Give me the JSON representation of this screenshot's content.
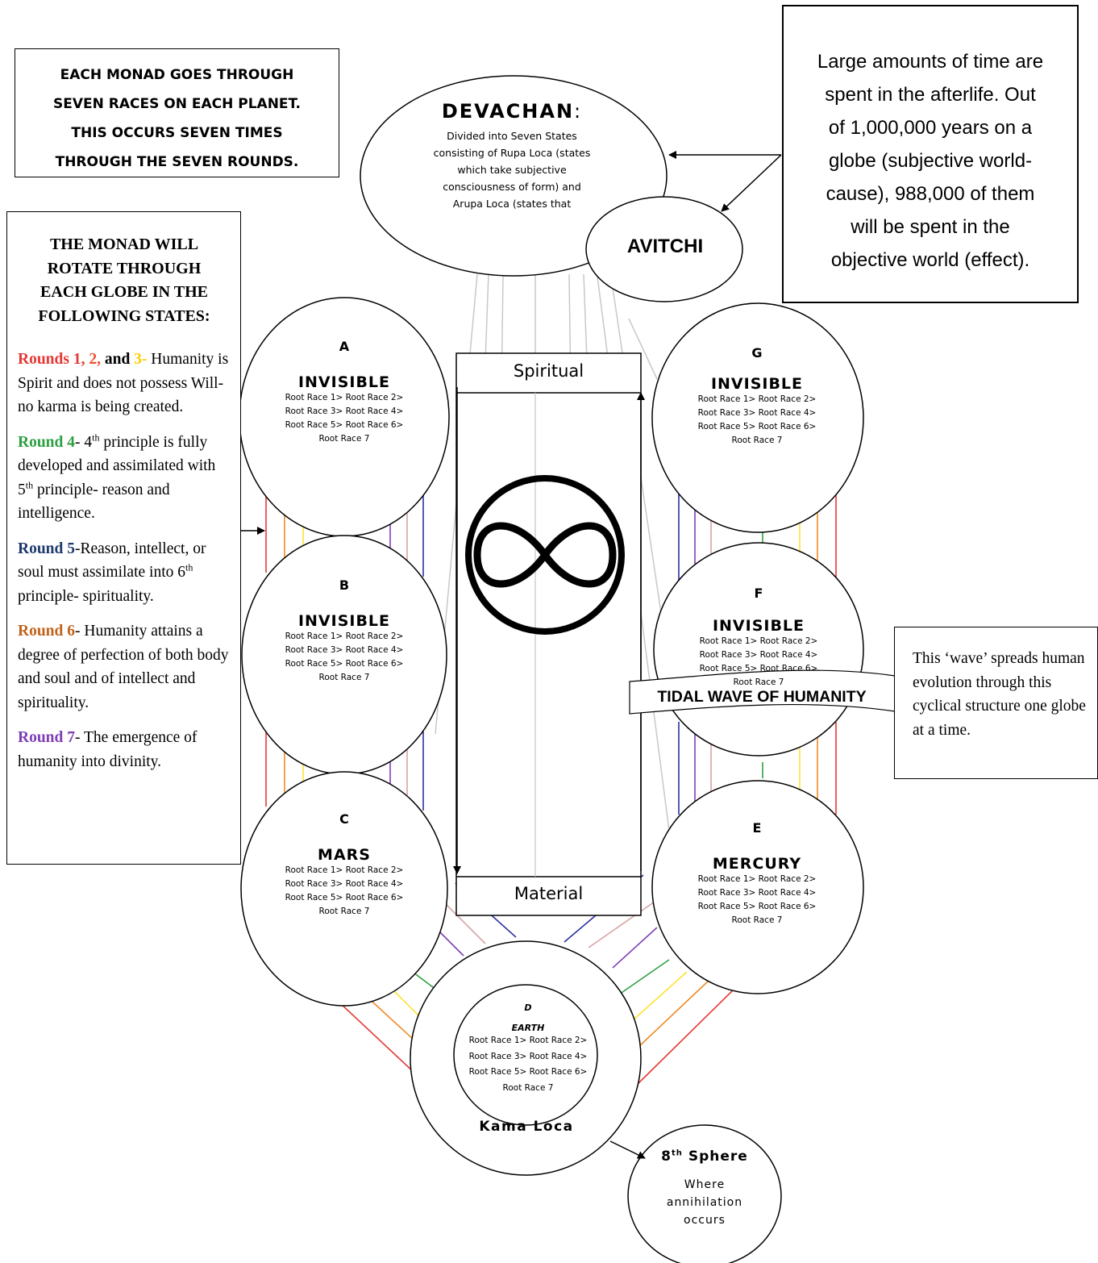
{
  "monad_box": {
    "lines": [
      "EACH MONAD GOES THROUGH",
      "SEVEN RACES ON EACH PLANET.",
      "THIS OCCURS SEVEN TIMES",
      "THROUGH THE SEVEN ROUNDS."
    ]
  },
  "afterlife_box": {
    "lines": [
      "Large amounts of time are",
      "spent in the afterlife.  Out",
      "of 1,000,000 years on a",
      "globe (subjective world-",
      "cause), 988,000 of them",
      "will be spent in the",
      "objective world (effect)."
    ]
  },
  "devachan": {
    "title": "DEVACHAN",
    "colon": ":",
    "lines": [
      "Divided into Seven States",
      "consisting of Rupa Loca (states",
      "which take subjective",
      "consciousness of form) and",
      "Arupa Loca (states that"
    ]
  },
  "avitchi": {
    "label": "AVITCHI"
  },
  "rounds_box": {
    "heading": [
      "THE MONAD WILL",
      "ROTATE THROUGH",
      "EACH GLOBE IN THE",
      "FOLLOWING STATES:"
    ],
    "r123": {
      "a": "Rounds 1, ",
      "b": "2, ",
      "and": "and ",
      "c": "3-",
      "text": "Humanity is Spirit and does not possess Will- no karma is being created."
    },
    "r4": {
      "label": "Round  4",
      "pre": "- 4",
      "sup1": "th",
      "mid": " principle is fully developed and assimilated with 5",
      "sup2": "th",
      "post": " principle- reason and intelligence."
    },
    "r5": {
      "label": "Round 5",
      "pre": "-Reason, intellect, or soul must assimilate into 6",
      "sup": "th",
      "post": " principle- spirituality."
    },
    "r6": {
      "label": "Round 6",
      "text": "- Humanity attains a degree of perfection of both body and soul and of intellect and spirituality."
    },
    "r7": {
      "label": "Round 7",
      "text": "- The emergence of humanity into divinity."
    }
  },
  "root_races": [
    "Root Race 1> Root Race 2>",
    "Root Race 3> Root Race 4>",
    "Root Race 5> Root Race 6>",
    "Root Race 7"
  ],
  "globes": {
    "a": {
      "letter": "A",
      "title": "INVISIBLE"
    },
    "b": {
      "letter": "B",
      "title": "INVISIBLE"
    },
    "c": {
      "letter": "C",
      "title": "MARS"
    },
    "d": {
      "letter": "D",
      "title": "EARTH",
      "outer": "Kama Loca"
    },
    "e": {
      "letter": "E",
      "title": "MERCURY"
    },
    "f": {
      "letter": "F",
      "title": "INVISIBLE"
    },
    "g": {
      "letter": "G",
      "title": "INVISIBLE"
    }
  },
  "column": {
    "top_label": "Spiritual",
    "bottom_label": "Material",
    "symbol": "infinity-symbol"
  },
  "tidal_wave": {
    "label": "TIDAL WAVE OF HUMANITY"
  },
  "wave_note": {
    "text": "This ‘wave’ spreads human evolution through this cyclical structure one globe at a time."
  },
  "eighth_sphere": {
    "title_num": "8",
    "title_sup": "th",
    "title_word": " Sphere",
    "lines": [
      "Where",
      "annihilation",
      "occurs"
    ]
  },
  "colors": {
    "red": "#e53935",
    "orange": "#f08a24",
    "yellow": "#ffe135",
    "green": "#2ea043",
    "blue": "#2b2f9e",
    "purple": "#7e3fb5",
    "pink": "#d9a3a3",
    "gray": "#c8c8c8",
    "round_blue": "#1f3a6e",
    "round_brown": "#c0641c",
    "round_purple": "#7e3fb5"
  }
}
